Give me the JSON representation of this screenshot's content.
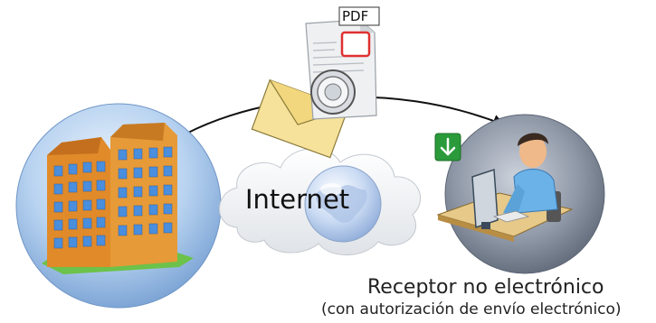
{
  "diagram": {
    "cloud_label": "Internet",
    "document_tag": "PDF",
    "receiver": {
      "title": "Receptor no electrónico",
      "subtitle": "(con autorización de envío electrónico)"
    }
  },
  "icons": [
    "building-icon",
    "envelope-icon",
    "pdf-document-icon",
    "seal-icon",
    "cloud-icon",
    "globe-icon",
    "download-arrow-icon",
    "computer-user-icon"
  ],
  "colors": {
    "building_orange": "#e08a2a",
    "window_blue": "#4a8ede",
    "sphere_left": "#a8c8ec",
    "sphere_right": "#7a8698",
    "pdf_red": "#e03030",
    "download_green": "#2a9a3a"
  }
}
